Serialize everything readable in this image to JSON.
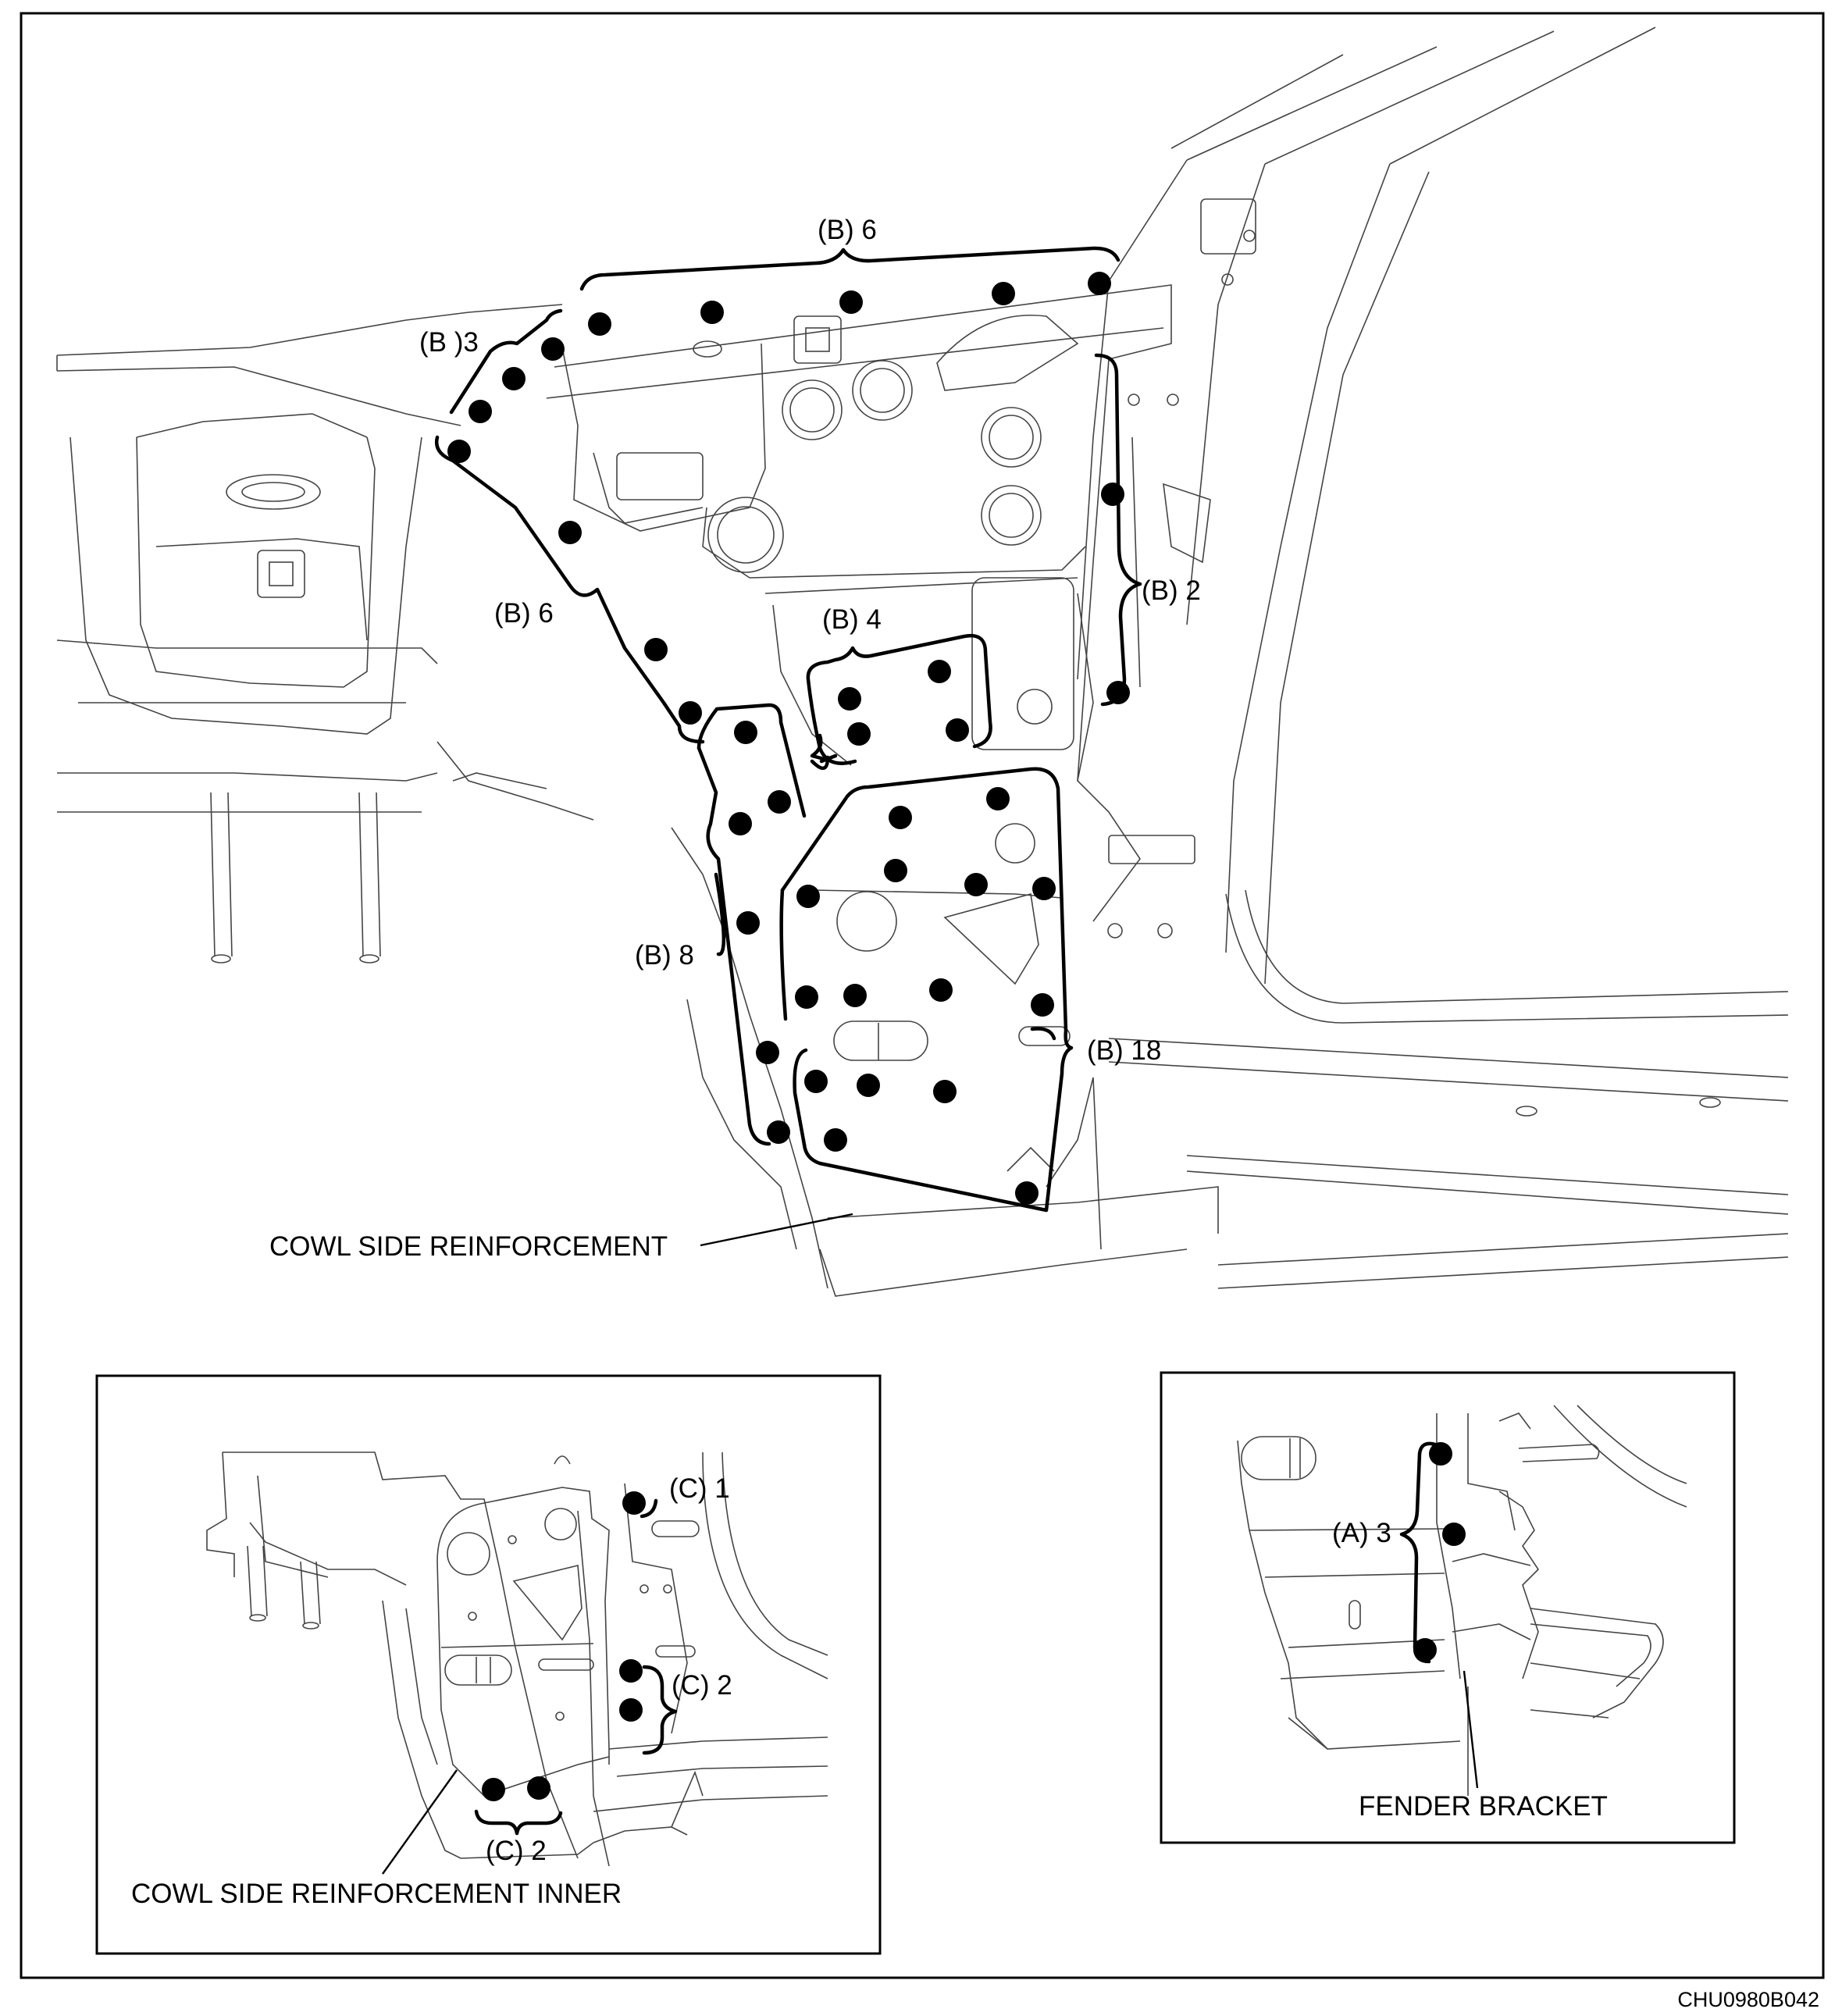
{
  "labels": {
    "b6_top": "(B) 6",
    "b3": "(B )3",
    "b6_left": "(B) 6",
    "b4": "(B) 4",
    "b2": "(B) 2",
    "b8": "(B) 8",
    "b18": "(B) 18",
    "cowl_side_reinforcement": "COWL SIDE REINFORCEMENT",
    "c1": "(C) 1",
    "c2_right": "(C) 2",
    "c2_bottom": "(C) 2",
    "cowl_side_reinforcement_inner": "COWL SIDE REINFORCEMENT INNER",
    "a3": "(A) 3",
    "fender_bracket": "FENDER BRACKET",
    "figure_code": "CHU0980B042"
  }
}
